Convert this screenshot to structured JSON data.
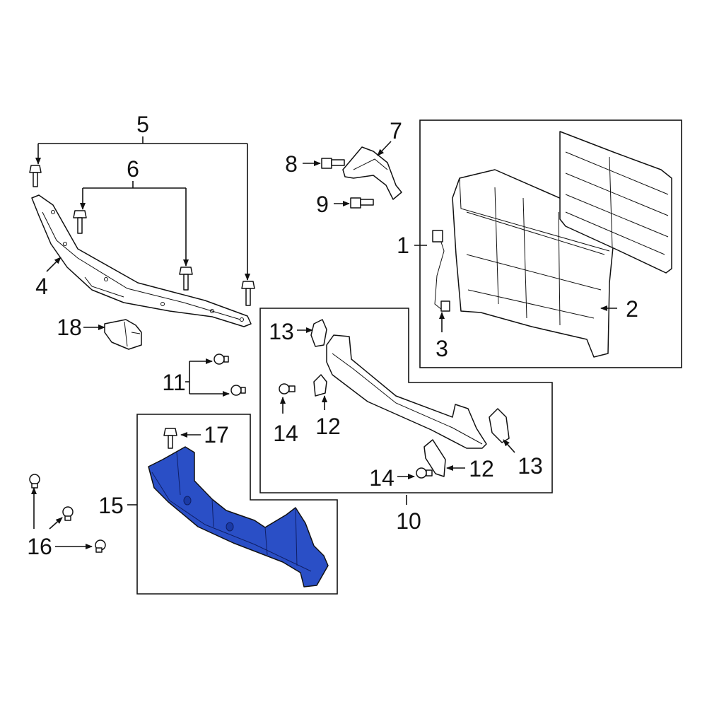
{
  "diagram": {
    "callouts": [
      "1",
      "2",
      "3",
      "4",
      "5",
      "6",
      "7",
      "8",
      "9",
      "10",
      "11",
      "12",
      "12",
      "13",
      "13",
      "14",
      "14",
      "15",
      "16",
      "17",
      "18"
    ],
    "colors": {
      "highlight": "#2a4fc6",
      "line": "#111111",
      "background": "#ffffff"
    },
    "highlighted_part": "15"
  }
}
